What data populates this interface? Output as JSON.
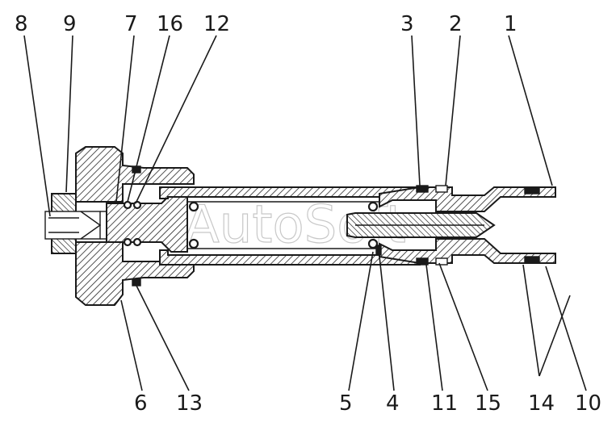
{
  "watermark": "AutoSoft",
  "callouts": {
    "c1": "1",
    "c2": "2",
    "c3": "3",
    "c4": "4",
    "c5": "5",
    "c6": "6",
    "c7": "7",
    "c8": "8",
    "c9": "9",
    "c10": "10",
    "c11": "11",
    "c12": "12",
    "c13": "13",
    "c14": "14",
    "c15": "15",
    "c16": "16"
  },
  "colors": {
    "ink": "#1a1a1a",
    "hatch": "#1a1a1a",
    "background": "#ffffff"
  }
}
